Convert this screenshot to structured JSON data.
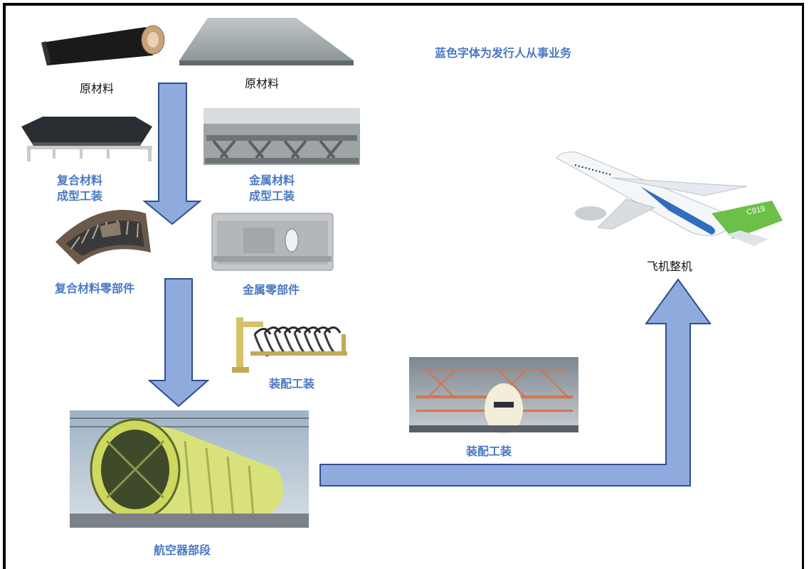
{
  "legend_note": "蓝色字体为发行人从事业务",
  "labels": {
    "raw_material_1": "原材料",
    "raw_material_2": "原材料",
    "composite_tooling_l1": "复合材料",
    "composite_tooling_l2": "成型工装",
    "metal_tooling_l1": "金属材料",
    "metal_tooling_l2": "成型工装",
    "composite_parts": "复合材料零部件",
    "metal_parts": "金属零部件",
    "assembly_tooling_1": "装配工装",
    "assembly_tooling_2": "装配工装",
    "aircraft_section": "航空器部段",
    "whole_aircraft": "飞机整机"
  },
  "aircraft_tail_mark": "C919",
  "colors": {
    "business_text": "#4a78c2",
    "arrow_fill": "#8faadc",
    "arrow_stroke": "#2f4f8f",
    "plain_text": "#111111"
  }
}
